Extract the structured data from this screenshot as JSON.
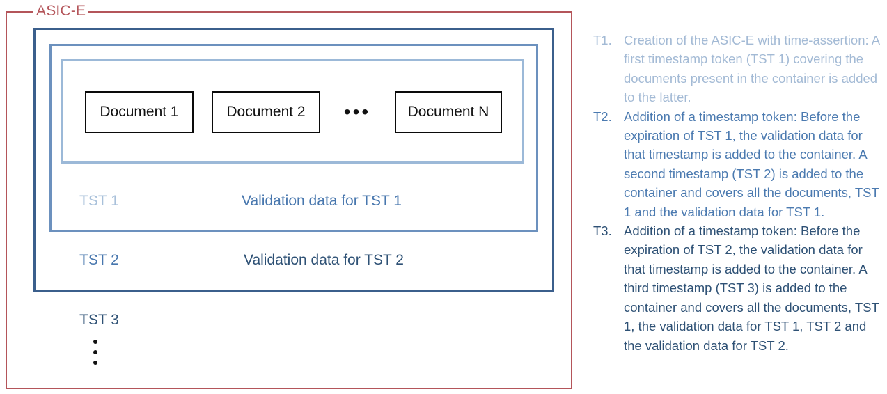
{
  "container": {
    "label": "ASIC-E",
    "border_color": "#B4555A"
  },
  "nested_boxes": [
    {
      "name": "tst3-scope",
      "color": "#3B5F8C"
    },
    {
      "name": "tst2-scope",
      "color": "#6C91BE"
    },
    {
      "name": "tst1-scope",
      "color": "#9CB9D8"
    }
  ],
  "documents": [
    {
      "label": "Document 1"
    },
    {
      "label": "Document 2"
    },
    {
      "label": "Document N"
    }
  ],
  "documents_ellipsis": "•••",
  "rows": [
    {
      "token": "TST 1",
      "validation": "Validation data for TST 1",
      "token_color": "#A8C0DA",
      "validation_color": "#4877AE"
    },
    {
      "token": "TST 2",
      "validation": "Validation data for TST 2",
      "token_color": "#4877AE",
      "validation_color": "#2E5175"
    },
    {
      "token": "TST 3",
      "validation": "",
      "token_color": "#2E5175",
      "validation_color": ""
    }
  ],
  "steps": [
    {
      "number": "T1.",
      "text": "Creation of the ASIC-E with time-assertion: A first timestamp token (TST 1) covering the documents present in the container is added to the latter.",
      "color": "#A3BAD5"
    },
    {
      "number": "T2.",
      "text": "Addition of a timestamp token: Before the expiration of TST 1, the validation data for that timestamp is added to the container. A second timestamp (TST 2) is added to the container and covers all the documents, TST 1 and the validation data for TST 1.",
      "color": "#4B7AB0"
    },
    {
      "number": "T3.",
      "text": "Addition of a timestamp token: Before the expiration of TST 2, the validation data for that timestamp is added to the container. A third timestamp (TST 3) is added to the container and covers all the documents, TST 1, the validation data for TST 1, TST 2 and the validation data for TST 2.",
      "color": "#2E5175"
    }
  ]
}
